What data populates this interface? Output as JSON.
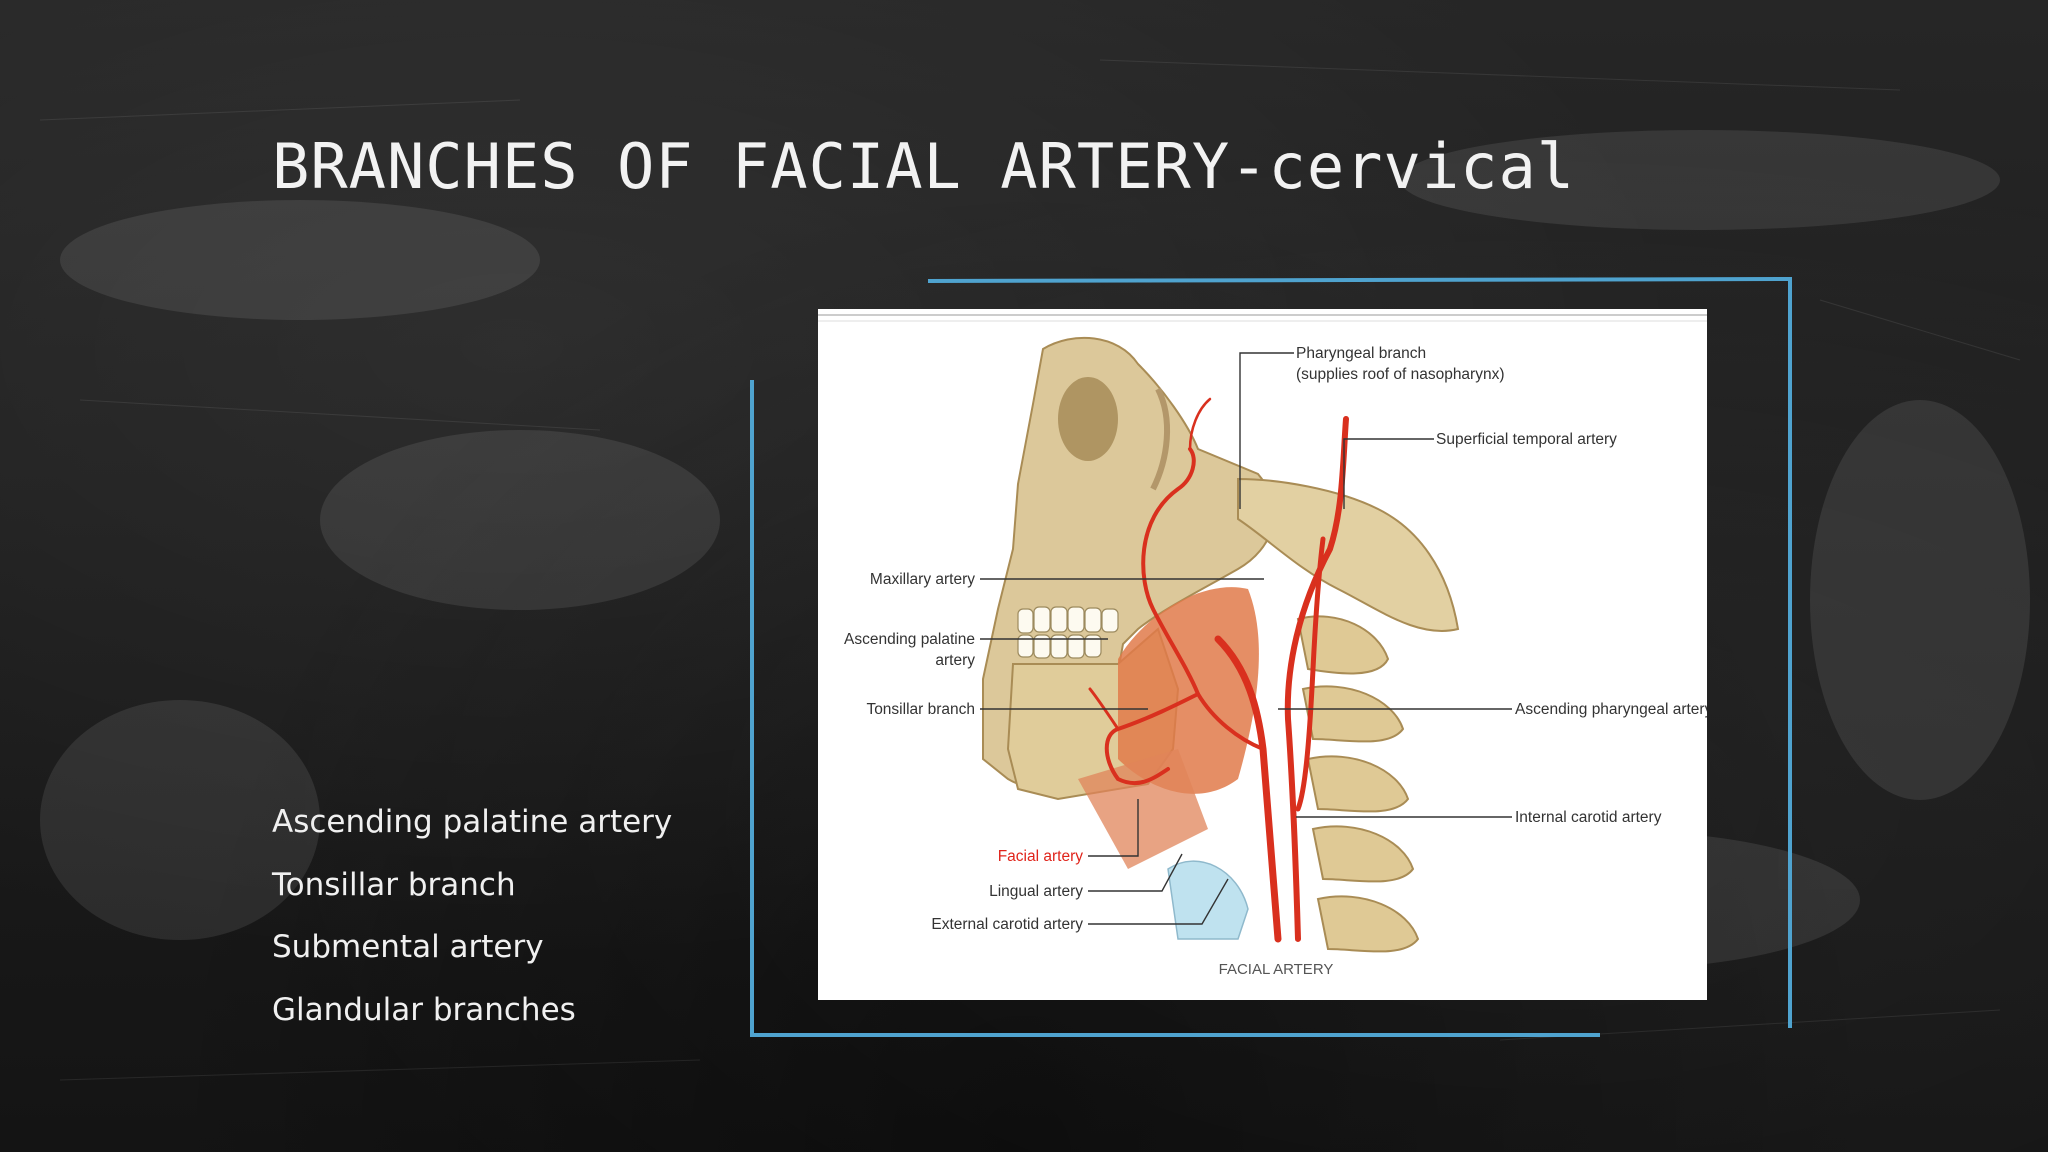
{
  "slide": {
    "title": "BRANCHES OF FACIAL ARTERY-cervical",
    "bullets": [
      "Ascending palatine artery",
      "Tonsillar branch",
      "Submental artery",
      "Glandular branches"
    ]
  },
  "figure": {
    "caption": "FACIAL ARTERY",
    "labels": {
      "pharyngeal_1": "Pharyngeal branch",
      "pharyngeal_2": "(supplies roof of nasopharynx)",
      "superficial_temporal": "Superficial temporal artery",
      "maxillary": "Maxillary artery",
      "ascending_palatine_1": "Ascending palatine",
      "ascending_palatine_2": "artery",
      "tonsillar": "Tonsillar branch",
      "ascending_pharyngeal": "Ascending pharyngeal artery",
      "internal_carotid": "Internal carotid artery",
      "facial": "Facial artery",
      "lingual": "Lingual artery",
      "external_carotid": "External carotid artery"
    }
  },
  "colors": {
    "frame": "#4fa3cf",
    "artery": "#d9301e",
    "bone": "#dcc89a",
    "facial_label": "#e0241b"
  }
}
